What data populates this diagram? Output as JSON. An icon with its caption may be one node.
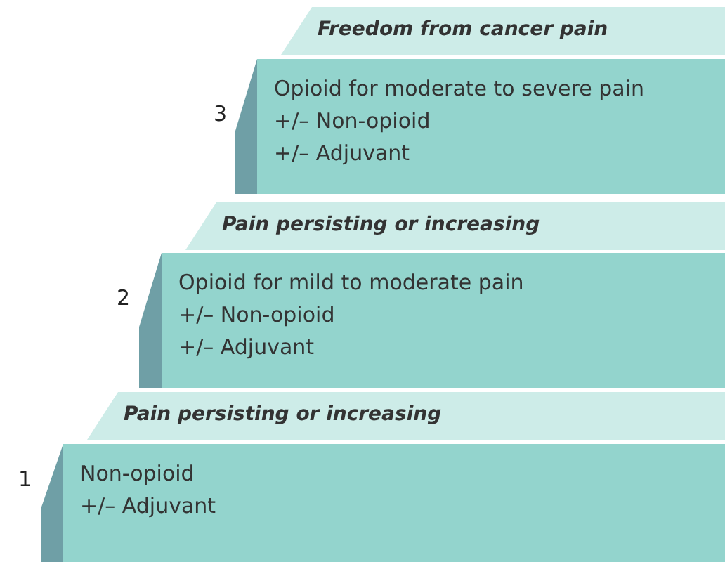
{
  "diagram": {
    "nodes": [
      {
        "text": [
          "Freedom from cancer pain"
        ]
      },
      {
        "text": [
          "Opioid for moderate to severe pain",
          "+/– Non-opioid",
          "+/– Adjuvant"
        ],
        "beside": [
          "3"
        ]
      },
      {
        "text": [
          "Pain persisting or increasing"
        ]
      },
      {
        "text": [
          "Opioid for mild to moderate pain",
          "+/– Non-opioid",
          "+/– Adjuvant"
        ],
        "beside": [
          "2"
        ]
      },
      {
        "text": [
          "Pain persisting or increasing"
        ]
      },
      {
        "text": [
          "Non-opioid",
          "+/– Adjuvant"
        ],
        "beside": [
          "1"
        ]
      }
    ]
  }
}
